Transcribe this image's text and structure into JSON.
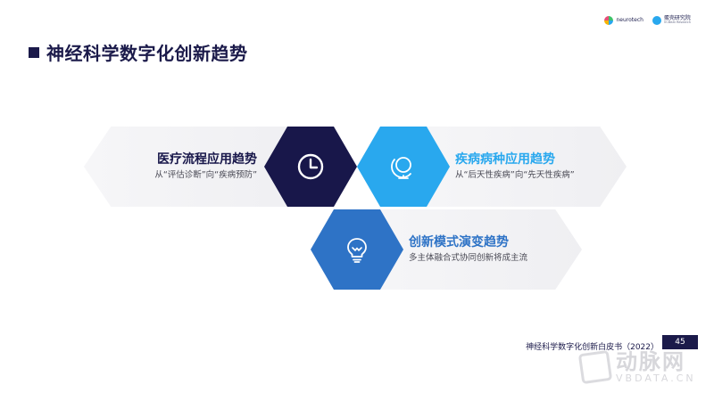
{
  "header": {
    "title": "神经科学数字化创新趋势",
    "logo_left": "neurotech",
    "logo_left_sub": "",
    "logo_right": "蛋壳研究院",
    "logo_right_sub": "VCBeat Research"
  },
  "trends": [
    {
      "heading": "医疗流程应用趋势",
      "subtitle": "从“评估诊断”向“疾病预防”",
      "icon": "clock-icon"
    },
    {
      "heading": "疾病病种应用趋势",
      "subtitle": "从“后天性疾病”向“先天性疾病”",
      "icon": "globe-icon"
    },
    {
      "heading": "创新模式演变趋势",
      "subtitle": "多主体融合式协同创新将成主流",
      "icon": "lightbulb-icon"
    }
  ],
  "colors": {
    "dark": "#18174a",
    "light_blue": "#29a8ee",
    "mid_blue": "#2e73c6"
  },
  "footer": {
    "report_title": "神经科学数字化创新白皮书（2022）",
    "page_number": "45"
  },
  "watermark": {
    "cn": "动脉网",
    "en": "VBDATA.CN"
  }
}
